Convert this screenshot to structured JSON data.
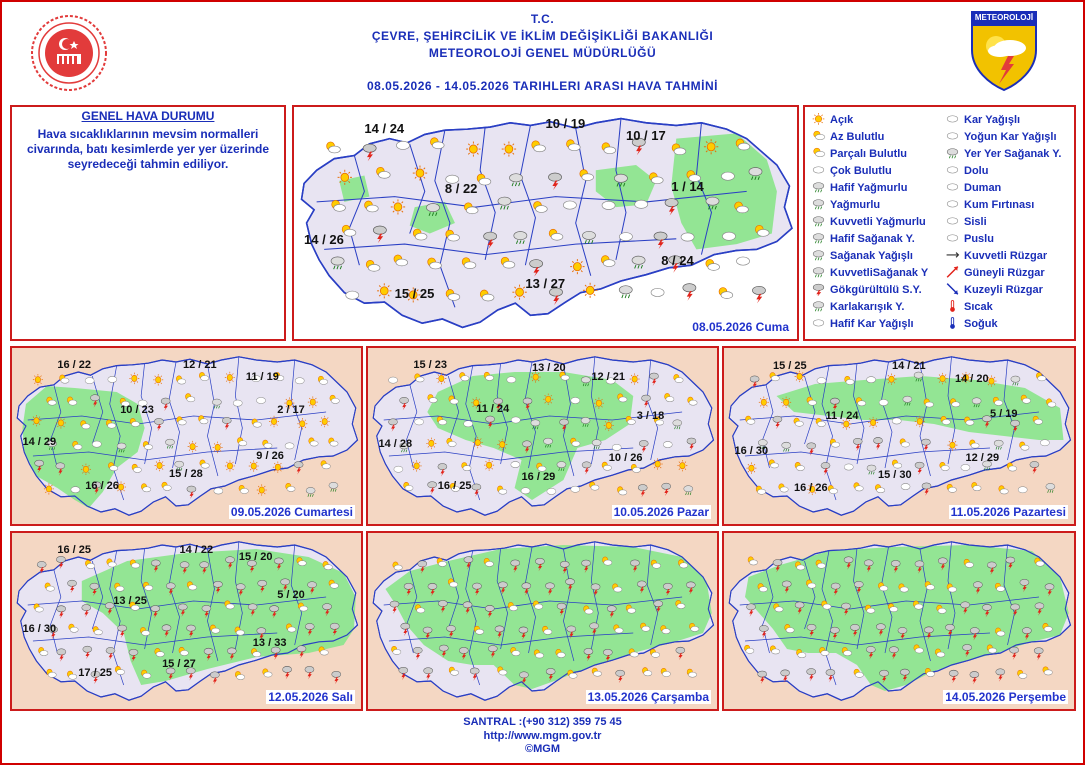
{
  "header": {
    "line1": "T.C.",
    "line2": "ÇEVRE, ŞEHİRCİLİK VE İKLİM DEĞİŞİKLİĞİ BAKANLIĞI",
    "line3": "METEOROLOJİ GENEL MÜDÜRLÜĞÜ",
    "date_range": "08.05.2026  -  14.05.2026    TARIHLERI  ARASI  HAVA  TAHMİNİ",
    "logo_text": "METEOROLOJİ"
  },
  "general": {
    "title": "GENEL HAVA DURUMU",
    "text": "Hava sıcaklıklarının mevsim normalleri civarında, batı kesimlerde yer yer üzerinde seyredeceği tahmin ediliyor."
  },
  "legend": [
    {
      "label": "Açık",
      "icon": "sun-icon"
    },
    {
      "label": "Az Bulutlu",
      "icon": "sun-small-cloud-icon"
    },
    {
      "label": "Parçalı Bulutlu",
      "icon": "partly-cloudy-icon"
    },
    {
      "label": "Çok Bulutlu",
      "icon": "cloud-icon"
    },
    {
      "label": "Hafif Yağmurlu",
      "icon": "light-rain-icon"
    },
    {
      "label": "Yağmurlu",
      "icon": "rain-icon"
    },
    {
      "label": "Kuvvetli Yağmurlu",
      "icon": "heavy-rain-icon"
    },
    {
      "label": "Hafif Sağanak Y.",
      "icon": "light-shower-icon"
    },
    {
      "label": "Sağanak Yağışlı",
      "icon": "shower-icon"
    },
    {
      "label": "KuvvetliSağanak Y",
      "icon": "heavy-shower-icon"
    },
    {
      "label": "Gökgürültülü S.Y.",
      "icon": "thunderstorm-icon"
    },
    {
      "label": "Karlakarışık Y.",
      "icon": "sleet-icon"
    },
    {
      "label": "Hafif Kar Yağışlı",
      "icon": "light-snow-icon"
    },
    {
      "label": "Kar Yağışlı",
      "icon": "snow-icon"
    },
    {
      "label": "Yoğun Kar Yağışlı",
      "icon": "heavy-snow-icon"
    },
    {
      "label": "Yer Yer Sağanak Y.",
      "icon": "scattered-shower-icon"
    },
    {
      "label": "Dolu",
      "icon": "hail-icon"
    },
    {
      "label": "Duman",
      "icon": "smoke-icon"
    },
    {
      "label": "Kum Fırtınası",
      "icon": "sandstorm-icon"
    },
    {
      "label": "Sisli",
      "icon": "fog-icon"
    },
    {
      "label": "Puslu",
      "icon": "haze-icon"
    },
    {
      "label": "Kuvvetli Rüzgar",
      "icon": "strong-wind-icon"
    },
    {
      "label": "Güneyli Rüzgar",
      "icon": "south-wind-icon"
    },
    {
      "label": "Kuzeyli Rüzgar",
      "icon": "north-wind-icon"
    },
    {
      "label": "Sıcak",
      "icon": "hot-icon"
    },
    {
      "label": "Soğuk",
      "icon": "cold-icon"
    }
  ],
  "maps": [
    {
      "id": "d0",
      "label": "08.05.2026 Cuma",
      "temps": [
        "14 / 24",
        "10 / 19",
        "10 / 17",
        "8 / 22",
        "1 / 14",
        "14 / 26",
        "8 / 24",
        "13 / 27",
        "15 / 25"
      ]
    },
    {
      "id": "d1",
      "label": "09.05.2026 Cumartesi",
      "temps": [
        "16 / 22",
        "12 / 21",
        "11 / 19",
        "10 / 23",
        "2 / 17",
        "14 / 29",
        "9 / 26",
        "15 / 28",
        "16 / 26"
      ]
    },
    {
      "id": "d2",
      "label": "10.05.2026 Pazar",
      "temps": [
        "15 / 23",
        "13 / 20",
        "12 / 21",
        "11 / 24",
        "3 / 18",
        "14 / 28",
        "10 / 26",
        "16 / 29",
        "16 / 25"
      ]
    },
    {
      "id": "d3",
      "label": "11.05.2026 Pazartesi",
      "temps": [
        "15 / 25",
        "14 / 21",
        "14 / 20",
        "11 / 24",
        "5 / 19",
        "16 / 30",
        "12 / 29",
        "15 / 30",
        "16 / 26"
      ]
    },
    {
      "id": "d4",
      "label": "12.05.2026 Salı",
      "temps": [
        "16 / 25",
        "14 / 22",
        "15 / 20",
        "13 / 25",
        "5 / 20",
        "16 / 30",
        "13 / 33",
        "15 / 27",
        "17 / 25"
      ]
    },
    {
      "id": "d5",
      "label": "13.05.2026 Çarşamba",
      "temps": []
    },
    {
      "id": "d6",
      "label": "14.05.2026 Perşembe",
      "temps": []
    }
  ],
  "footer": {
    "line1": "SANTRAL :(+90 312) 359 75 45",
    "line2": "http://www.mgm.gov.tr",
    "line3": "©MGM"
  },
  "colors": {
    "frame": "#cc1b1b",
    "text_blue": "#1a2eb8",
    "land": "#e8e4f2",
    "rain_area": "#8ee58e",
    "sea_bg": "#f4d7c3",
    "border_line": "#2a3fc4"
  }
}
